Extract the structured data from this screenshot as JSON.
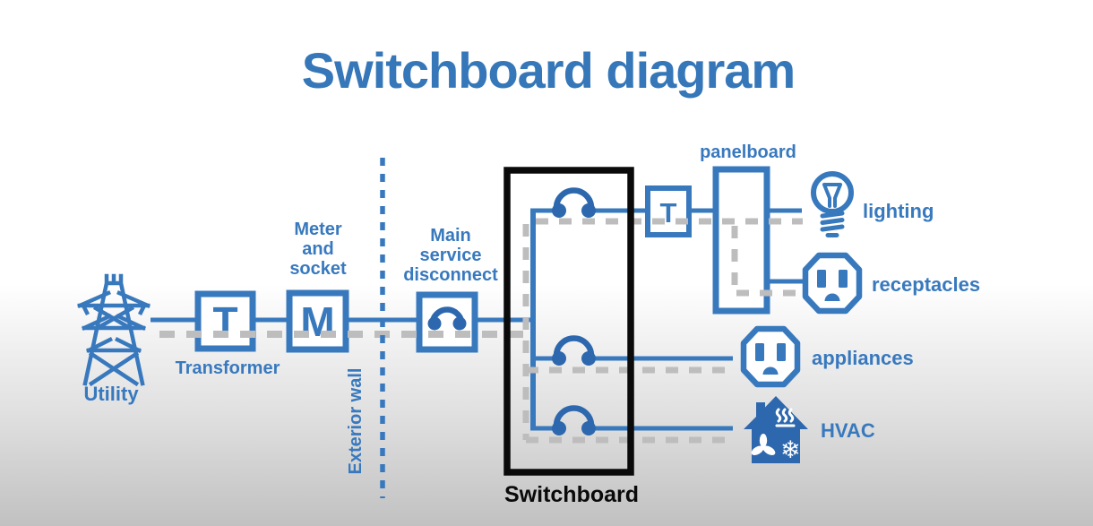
{
  "title": "Switchboard diagram",
  "colors": {
    "blue": "#3879BE",
    "dark_blue": "#2D68AE",
    "title_blue": "#3577B8",
    "gray_dash": "#BDBDBD",
    "black": "#0A0A0A",
    "icon_white": "#FFFFFF"
  },
  "nodes": {
    "utility": {
      "label": "Utility",
      "icon": "transmission-tower-icon"
    },
    "transformer": {
      "label": "Transformer",
      "symbol": "T"
    },
    "meter": {
      "symbol": "M",
      "label_lines": [
        "Meter",
        "and",
        "socket"
      ]
    },
    "exterior_wall": {
      "label": "Exterior wall"
    },
    "main_service_disconnect": {
      "label_lines": [
        "Main",
        "service",
        "disconnect"
      ],
      "icon": "circuit-breaker-icon"
    },
    "switchboard": {
      "label": "Switchboard",
      "breaker_count": 3
    },
    "panelboard": {
      "label": "panelboard",
      "transformer_symbol": "T"
    },
    "lighting": {
      "label": "lighting",
      "icon": "light-bulb-icon"
    },
    "receptacles": {
      "label": "receptacles",
      "icon": "outlet-icon"
    },
    "appliances": {
      "label": "appliances",
      "icon": "outlet-icon"
    },
    "hvac": {
      "label": "HVAC",
      "icon": "hvac-house-icon",
      "snowflake_glyph": "❄"
    }
  }
}
